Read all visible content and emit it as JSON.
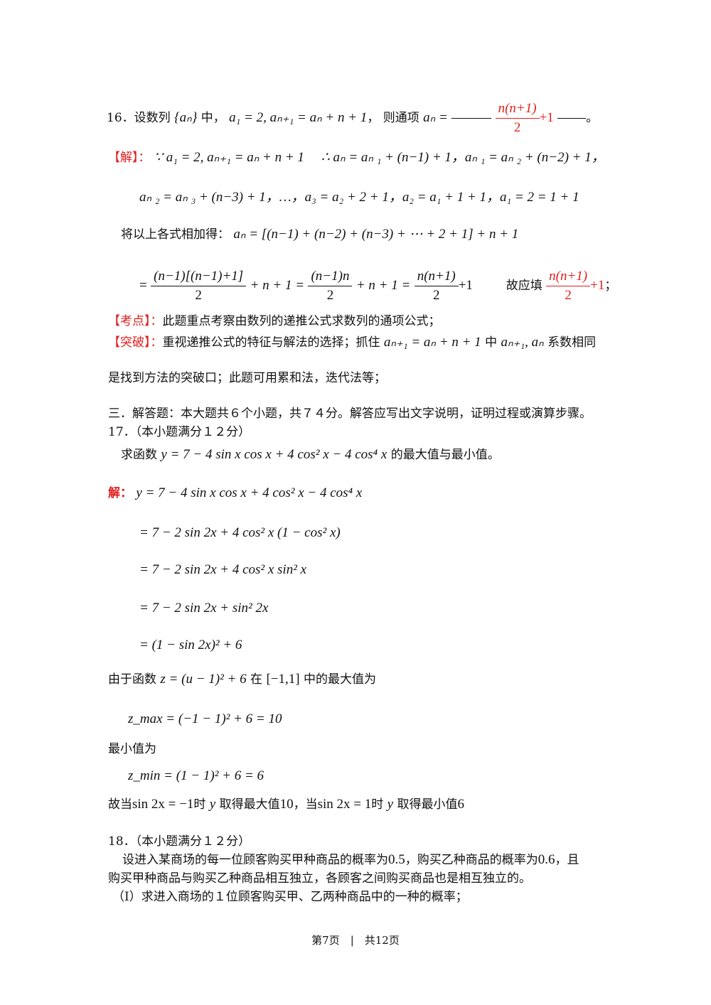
{
  "q16": {
    "label": "16．设数列",
    "seq": "{aₙ}",
    "mid": "中，",
    "cond": "a₁ = 2, aₙ₊₁ = aₙ + n + 1",
    "comma": "，",
    "then": "则通项",
    "lhs": "aₙ =",
    "ans_num": "n(n+1)",
    "ans_den": "2",
    "ans_tail": "+1",
    "end": "。"
  },
  "sol16": {
    "tag": "【解】：",
    "l1": "∵ a₁ = 2, aₙ₊₁ = aₙ + n + 1　 ∴ aₙ = aₙ ₁ + (n−1) + 1，aₙ ₁ = aₙ ₂ + (n−2) + 1，",
    "l2": "aₙ ₂ = aₙ ₃ + (n−3) + 1，…，a₃ = a₂ + 2 + 1，a₂ = a₁ + 1 + 1，a₁ = 2 = 1 + 1",
    "l3_text": "将以上各式相加得：",
    "l3_math": "aₙ = [(n−1) + (n−2) + (n−3) + ⋯ + 2 + 1] + n + 1",
    "l4_eq": "=",
    "f1_num": "(n−1)[(n−1)+1]",
    "f1_den": "2",
    "l4_mid1": "+ n + 1 =",
    "f2_num": "(n−1)n",
    "f2_den": "2",
    "l4_mid2": "+ n + 1 =",
    "f3_num": "n(n+1)",
    "f3_den": "2",
    "l4_tail": "+1",
    "fill_text": "故应填",
    "fill_num": "n(n+1)",
    "fill_den": "2",
    "fill_tail": "+1",
    "fill_end": "；",
    "kd_tag": "【考点】：",
    "kd_text": "此题重点考察由数列的递推公式求数列的通项公式；",
    "tp_tag": "【突破】：",
    "tp_text": "重视递推公式的特征与解法的选择；抓住",
    "tp_math1": "aₙ₊₁ = aₙ + n + 1",
    "tp_mid": "中",
    "tp_math2": "aₙ₊₁, aₙ",
    "tp_end": "系数相同",
    "tp_l2": "是找到方法的突破口；此题可用累和法，迭代法等；"
  },
  "section3": "三．解答题：本大题共６个小题，共７４分。解答应写出文字说明，证明过程或演算步骤。",
  "q17": {
    "header": "17．（本小题满分１２分）",
    "prompt": "求函数",
    "func": "y = 7 − 4 sin x cos x + 4 cos² x − 4 cos⁴ x",
    "prompt_end": "的最大值与最小值。",
    "sol_tag": "解：",
    "s1": "y = 7 − 4 sin x cos x + 4 cos² x − 4 cos⁴ x",
    "s2": "= 7 − 2 sin 2x + 4 cos² x (1 − cos² x)",
    "s3": "= 7 − 2 sin 2x + 4 cos² x sin² x",
    "s4": "= 7 − 2 sin 2x + sin² 2x",
    "s5": "= (1 − sin 2x)² + 6",
    "since": "由于函数",
    "z_func": "z = (u − 1)² + 6",
    "on": "在",
    "interval": "[−1,1]",
    "max_text": "中的最大值为",
    "zmax": "z_max = (−1 − 1)² + 6 = 10",
    "min_label": "最小值为",
    "zmin": "z_min = (1 − 1)² + 6 = 6",
    "c1": "故当",
    "c2": "sin 2x = −1",
    "c3": "时",
    "c4": "y",
    "c5": "取得最大值",
    "c6": "10",
    "c7": "，当",
    "c8": "sin 2x = 1",
    "c9": "时",
    "c10": "y",
    "c11": "取得最小值",
    "c12": "6"
  },
  "q18": {
    "header": "18．（本小题满分１２分）",
    "l1a": "设进入某商场的每一位顾客购买甲种商品的概率为",
    "p1": "0.5",
    "l1b": "，购买乙种商品的概率为",
    "p2": "0.6",
    "l1c": "，且",
    "l2": "购买甲种商品与购买乙种商品相互独立，各顾客之间购买商品也是相互独立的。",
    "l3": "（Ⅰ）求进入商场的１位顾客购买甲、乙两种商品中的一种的概率；"
  },
  "footer": "第7页　|　共12页"
}
